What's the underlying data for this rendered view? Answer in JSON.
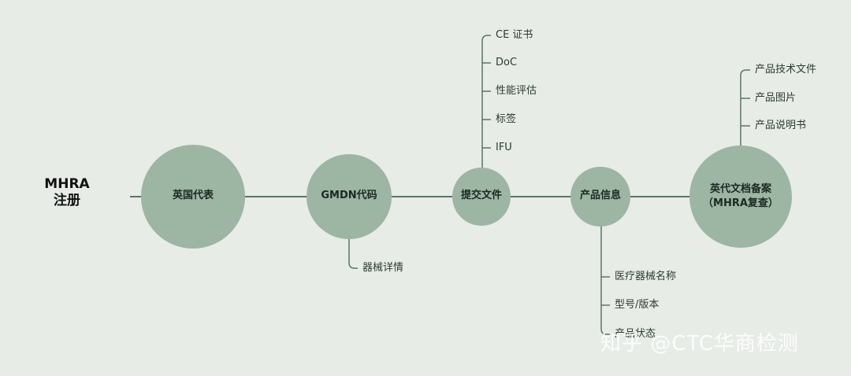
{
  "title_line1": "MHRA",
  "title_line2": "注册",
  "nodes": {
    "uk_rep": "英国代表",
    "gmdn": "GMDN代码",
    "submit": "提交文件",
    "product_info": "产品信息",
    "uk_archive_line1": "英代文档备案",
    "uk_archive_line2": "（MHRA复查）"
  },
  "submit_items": [
    "CE 证书",
    "DoC",
    "性能评估",
    "标签",
    "IFU"
  ],
  "gmdn_items": [
    "器械详情"
  ],
  "product_info_items": [
    "医疗器械名称",
    "型号/版本",
    "产品状态"
  ],
  "archive_items": [
    "产品技术文件",
    "产品图片",
    "产品说明书"
  ],
  "watermark": "知乎 @CTC华商检测",
  "colors": {
    "background": "#e7ece7",
    "circle": "#9db5a3",
    "line": "#5d7465"
  }
}
